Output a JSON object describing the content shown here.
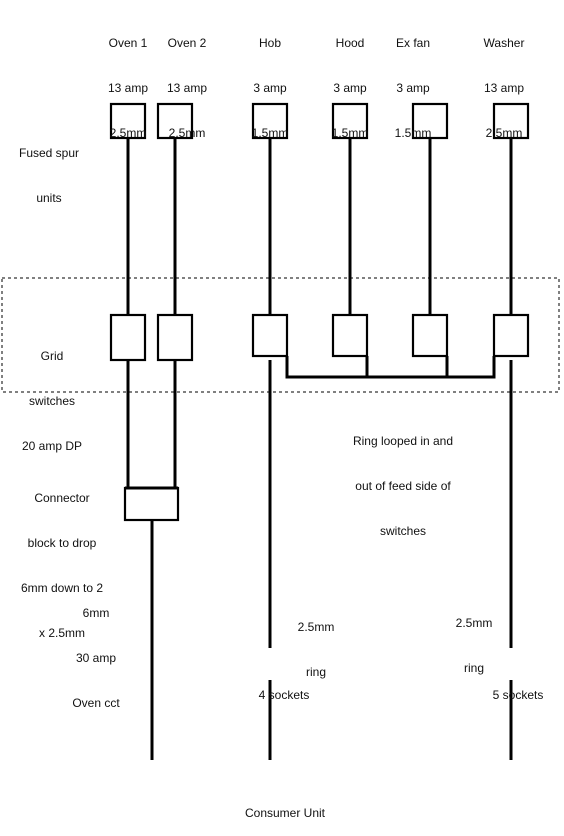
{
  "appliances": [
    {
      "id": "oven1",
      "name": "Oven 1",
      "current": "13 amp",
      "cable": "2.5mm"
    },
    {
      "id": "oven2",
      "name": "Oven 2",
      "current": "13 amp",
      "cable": "2.5mm"
    },
    {
      "id": "hob",
      "name": "Hob",
      "current": "3 amp",
      "cable": "1.5mm"
    },
    {
      "id": "hood",
      "name": "Hood",
      "current": "3 amp",
      "cable": "1.5mm"
    },
    {
      "id": "exfan",
      "name": "Ex fan",
      "current": "3 amp",
      "cable": "1.5mm"
    },
    {
      "id": "washer",
      "name": "Washer",
      "current": "13 amp",
      "cable": "2.5mm"
    }
  ],
  "labels": {
    "fused_spur": [
      "Fused spur",
      "units"
    ],
    "grid_switches": [
      "Grid",
      "switches",
      "20 amp DP"
    ],
    "ring_note": [
      "Ring looped in and",
      "out of feed side of",
      "switches"
    ],
    "connector": [
      "Connector",
      "block to drop",
      "6mm down to 2",
      "x 2.5mm"
    ],
    "oven_circuit": [
      "6mm",
      "30 amp",
      "Oven cct"
    ],
    "ring1": [
      "2.5mm",
      "ring"
    ],
    "ring2": [
      "2.5mm",
      "ring"
    ],
    "sockets1": "4 sockets",
    "sockets2": "5 sockets",
    "consumer_unit": "Consumer Unit"
  }
}
